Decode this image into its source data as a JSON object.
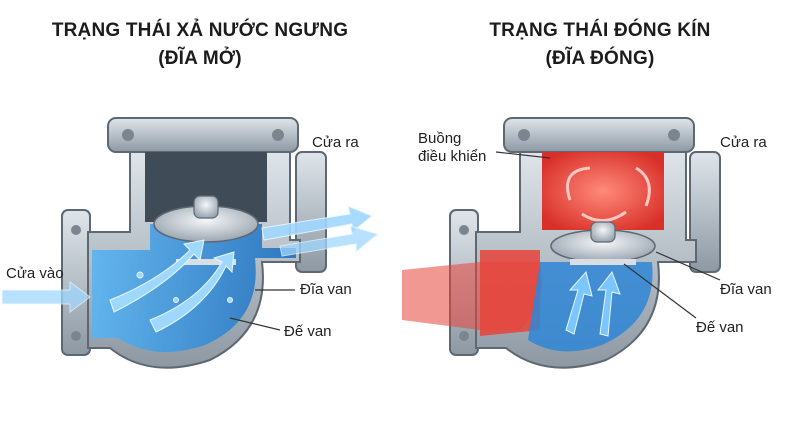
{
  "left_panel": {
    "title_line1": "TRẠNG THÁI XẢ NƯỚC NGƯNG",
    "title_line2": "(ĐĨA MỞ)",
    "labels": {
      "outlet": "Cửa ra",
      "inlet": "Cửa vào",
      "disc": "Đĩa van",
      "seat": "Đế van"
    }
  },
  "right_panel": {
    "title_line1": "TRẠNG THÁI ĐÓNG KÍN",
    "title_line2": "(ĐĨA ĐÓNG)",
    "labels": {
      "control_chamber_line1": "Buồng",
      "control_chamber_line2": "điều khiển",
      "outlet": "Cửa ra",
      "disc": "Đĩa van",
      "seat": "Đế van"
    }
  },
  "colors": {
    "body_steel": "#b9c2cb",
    "body_dark": "#6f7b86",
    "water_blue": "#2f86d6",
    "flow_light": "#7cc6ff",
    "steam_red": "#e8433a",
    "chamber_dark": "#3f4c58"
  }
}
